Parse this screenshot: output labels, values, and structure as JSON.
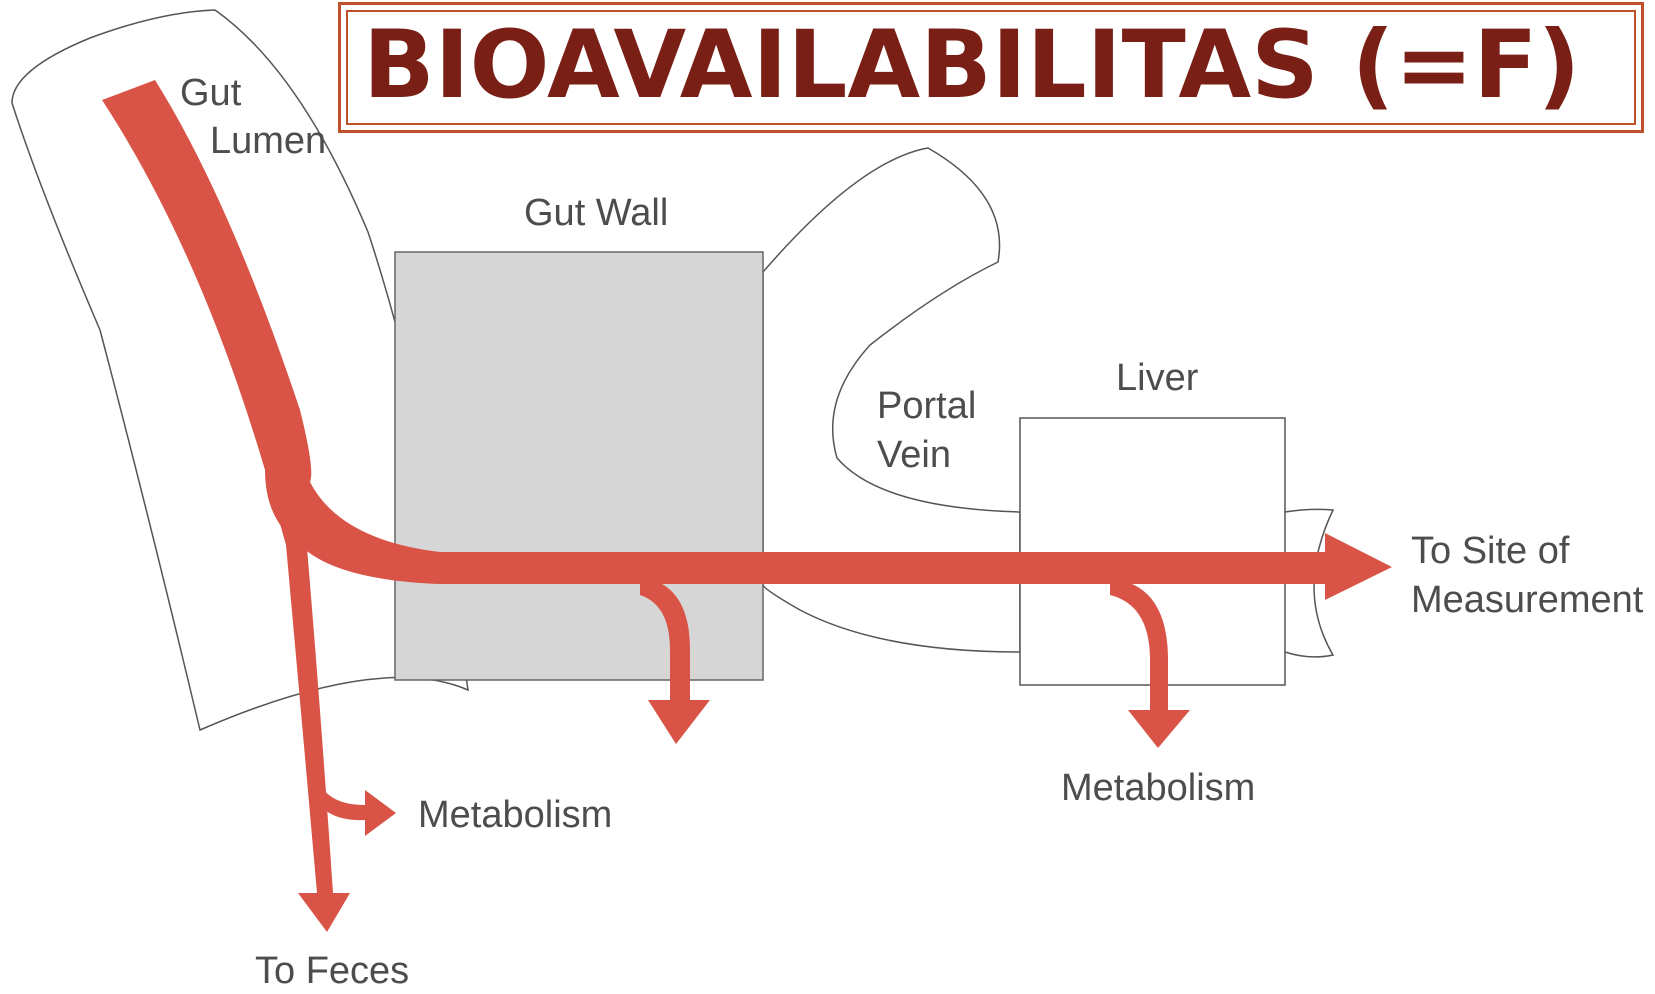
{
  "title": "BIOAVAILABILITAS (=F)",
  "labels": {
    "gut": "Gut",
    "lumen": "Lumen",
    "gut_wall": "Gut Wall",
    "portal": "Portal",
    "vein": "Vein",
    "liver": "Liver",
    "to_site_of": "To Site of",
    "measurement": "Measurement",
    "metabolism_gut": "Metabolism",
    "metabolism_liver": "Metabolism",
    "to_feces": "To Feces"
  },
  "colors": {
    "flow_arrow": "#d95446",
    "title_text": "#7a1f16",
    "title_border": "#c0502a",
    "gut_wall_fill": "#d6d6d6",
    "outline": "#555555",
    "label_text": "#4d4d4d"
  }
}
